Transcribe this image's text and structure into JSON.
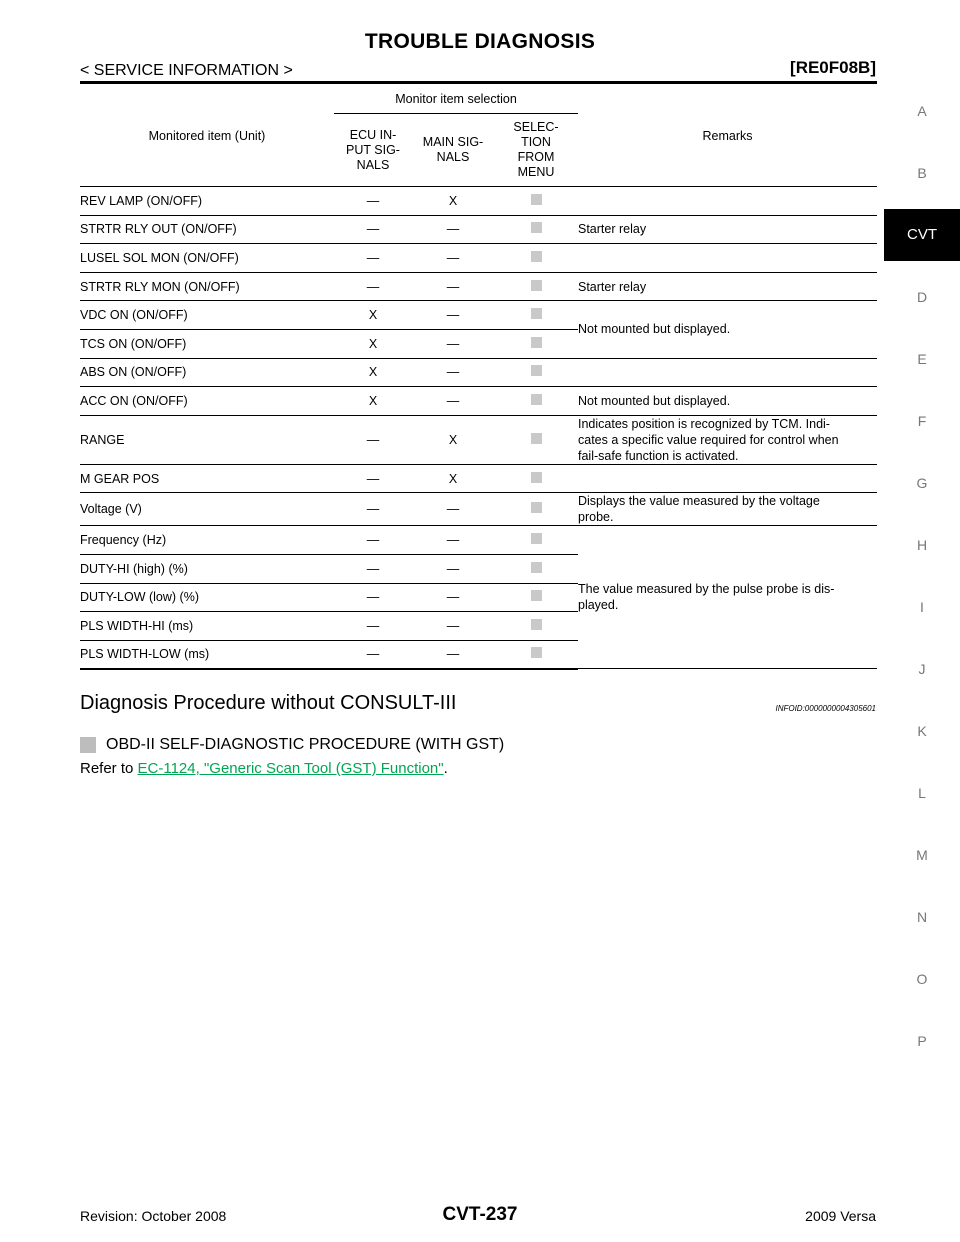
{
  "header": {
    "title": "TROUBLE DIAGNOSIS",
    "section": "< SERVICE INFORMATION >",
    "code": "[RE0F08B]"
  },
  "side_index": [
    "A",
    "B",
    "CVT",
    "D",
    "E",
    "F",
    "G",
    "H",
    "I",
    "J",
    "K",
    "L",
    "M",
    "N",
    "O",
    "P"
  ],
  "side_index_active": "CVT",
  "table": {
    "headers": {
      "monitored_item": "Monitored item (Unit)",
      "monitor_item_selection": "Monitor item selection",
      "ecu_input": "ECU IN-\nPUT SIG-\nNALS",
      "main_signals": "MAIN SIG-\nNALS",
      "selection_from_menu": "SELEC-\nTION\nFROM\nMENU",
      "remarks": "Remarks"
    },
    "rows": [
      {
        "item": "REV LAMP (ON/OFF)",
        "ecu": "—",
        "main": "X",
        "remarks": ""
      },
      {
        "item": "STRTR RLY OUT (ON/OFF)",
        "ecu": "—",
        "main": "—",
        "remarks": "Starter relay"
      },
      {
        "item": "LUSEL SOL MON (ON/OFF)",
        "ecu": "—",
        "main": "—",
        "remarks": ""
      },
      {
        "item": "STRTR RLY MON (ON/OFF)",
        "ecu": "—",
        "main": "—",
        "remarks": "Starter relay"
      },
      {
        "item": "VDC ON (ON/OFF)",
        "ecu": "X",
        "main": "—",
        "remarks": "Not mounted but displayed."
      },
      {
        "item": "TCS ON (ON/OFF)",
        "ecu": "X",
        "main": "—"
      },
      {
        "item": "ABS ON (ON/OFF)",
        "ecu": "X",
        "main": "—",
        "remarks": ""
      },
      {
        "item": "ACC ON (ON/OFF)",
        "ecu": "X",
        "main": "—",
        "remarks": "Not mounted but displayed."
      },
      {
        "item": "RANGE",
        "ecu": "—",
        "main": "X",
        "remarks": "Indicates position is recognized by TCM. Indi-\ncates a specific value required for control when\nfail-safe function is activated."
      },
      {
        "item": "M GEAR POS",
        "ecu": "—",
        "main": "X",
        "remarks": ""
      },
      {
        "item": "Voltage (V)",
        "ecu": "—",
        "main": "—",
        "remarks": "Displays the value measured by the voltage\nprobe."
      },
      {
        "item": "Frequency (Hz)",
        "ecu": "—",
        "main": "—",
        "remarks": "The value measured by the pulse probe is dis-\nplayed."
      },
      {
        "item": "DUTY-HI (high) (%)",
        "ecu": "—",
        "main": "—"
      },
      {
        "item": "DUTY-LOW (low) (%)",
        "ecu": "—",
        "main": "—"
      },
      {
        "item": "PLS WIDTH-HI (ms)",
        "ecu": "—",
        "main": "—"
      },
      {
        "item": "PLS WIDTH-LOW (ms)",
        "ecu": "—",
        "main": "—"
      }
    ]
  },
  "section": {
    "title": "Diagnosis Procedure without CONSULT-III",
    "infoid": "INFOID:0000000004305601",
    "subheading": "OBD-II SELF-DIAGNOSTIC PROCEDURE (WITH GST)",
    "refer_prefix": "Refer to ",
    "refer_link": "EC-1124, \"Generic Scan Tool (GST) Function\"",
    "refer_suffix": "."
  },
  "footer": {
    "revision": "Revision: October 2008",
    "page": "CVT-237",
    "model": "2009 Versa"
  }
}
